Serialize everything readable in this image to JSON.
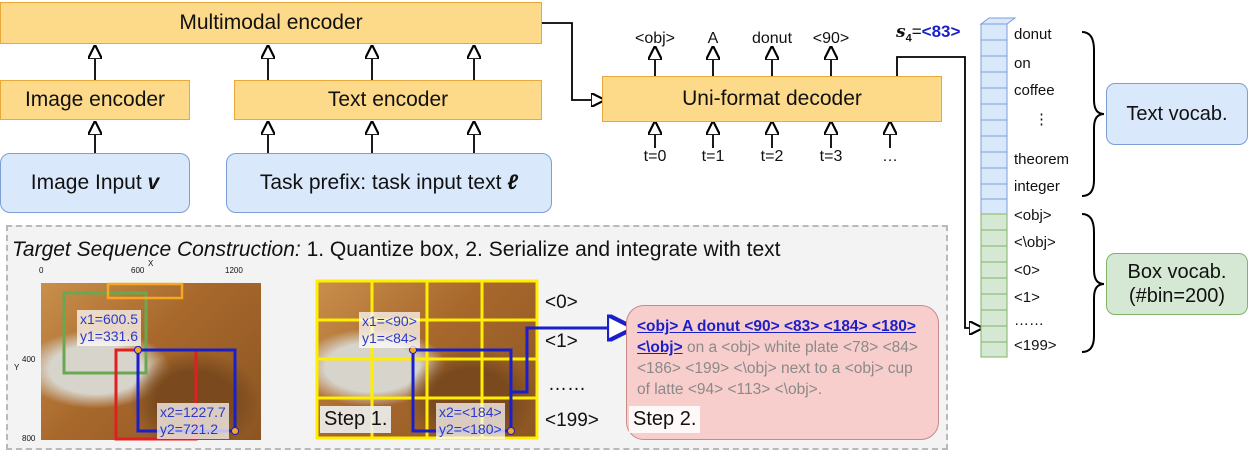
{
  "encoders": {
    "multimodal": "Multimodal encoder",
    "image": "Image encoder",
    "text": "Text encoder",
    "decoder": "Uni-format decoder"
  },
  "inputs": {
    "image_input": "Image Input",
    "image_symbol": "v",
    "task_prefix": "Task prefix: task input text",
    "text_symbol": "ℓ"
  },
  "decoder_outputs": [
    "<obj>",
    "A",
    "donut",
    "<90>"
  ],
  "decoder_steps": [
    "t=0",
    "t=1",
    "t=2",
    "t=3",
    "…"
  ],
  "sample": {
    "var": "s",
    "sub": "4",
    "eq": "=",
    "val": "<83>"
  },
  "text_vocab": [
    "donut",
    "on",
    "coffee",
    "⋮",
    "theorem",
    "integer"
  ],
  "box_vocab": [
    "<obj>",
    "<\\obj>",
    "<0>",
    "<1>",
    "……",
    "<199>"
  ],
  "vocab_labels": {
    "text": "Text vocab.",
    "box1": "Box vocab.",
    "box2": "(#bin=200)"
  },
  "target": {
    "title_italic": "Target Sequence Construction:",
    "title_rest": " 1. Quantize box, 2. Serialize and integrate with text",
    "axis": {
      "x0": "0",
      "x600": "600",
      "x1200": "1200",
      "xlabel": "X",
      "y400": "400",
      "y800": "800",
      "ylabel": "Y"
    },
    "coords1_a": "x1=600.5",
    "coords1_b": "y1=331.6",
    "coords2_a": "x2=1227.7",
    "coords2_b": "y2=721.2",
    "q1_a": "x1=<90>",
    "q1_b": "y1=<84>",
    "q2_a": "x2=<184>",
    "q2_b": "y2=<180>",
    "bins": [
      "<0>",
      "<1>",
      "……",
      "<199>"
    ],
    "step1": "Step 1.",
    "step2": "Step 2.",
    "seq_main": "<obj> A donut <90> <83> <184> <180> <\\obj>",
    "seq_rest": " on a <obj> white plate <78> <84> <186> <199> <\\obj> next to a <obj> cup of latte <94> <113> <\\obj>."
  },
  "colors": {
    "yellow": "#fdd98a",
    "blue": "#dae8fc",
    "green": "#d5e8d4",
    "pink": "#f8cecc",
    "accent": "#1a1fc9"
  }
}
